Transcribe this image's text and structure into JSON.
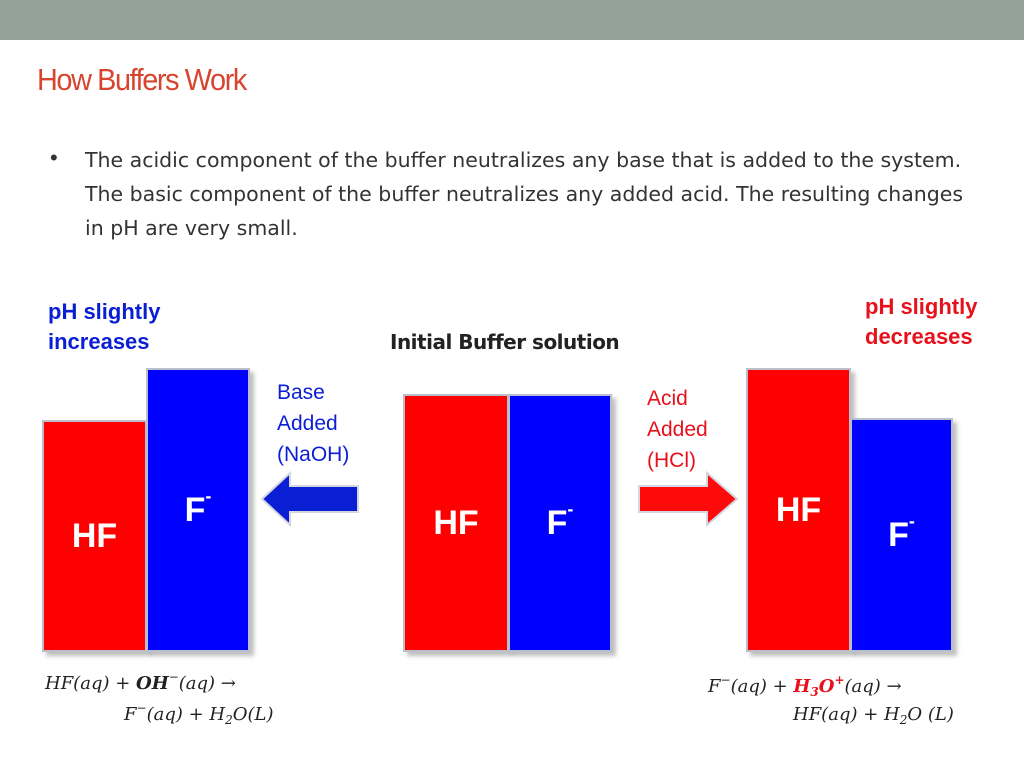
{
  "header": {
    "title": "How Buffers Work"
  },
  "bullet": {
    "text": "The acidic component of the buffer neutralizes any base that is added to the system.  The basic component of the buffer neutralizes any added acid.  The resulting changes in pH are very small."
  },
  "left": {
    "ph_label_line1": "pH slightly",
    "ph_label_line2": "increases",
    "acid_bar_label": "HF",
    "base_bar_label": "F",
    "base_bar_sup": "-",
    "equation_line1": {
      "a": "HF(aq) + ",
      "b": "OH",
      "c": "−",
      "d": "(aq) →"
    },
    "equation_line2": {
      "a": "F",
      "b": "−",
      "c": "(aq) + H",
      "d": "2",
      "e": "O(L)"
    }
  },
  "middle": {
    "title": "Initial Buffer solution",
    "acid_bar_label": "HF",
    "base_bar_label": "F",
    "base_bar_sup": "-"
  },
  "right": {
    "ph_label_line1": "pH slightly",
    "ph_label_line2": "decreases",
    "acid_bar_label": "HF",
    "base_bar_label": "F",
    "base_bar_sup": "-",
    "equation_line1": {
      "a": "F",
      "b": "−",
      "c": "(aq) + ",
      "d": "H",
      "e": "3",
      "f": "O",
      "g": "+",
      "h": "(aq) →"
    },
    "equation_line2": {
      "a": "HF(aq) + H",
      "b": "2",
      "c": "O (L)"
    }
  },
  "base_arrow": {
    "line1": "Base",
    "line2": "Added",
    "line3": "(NaOH)"
  },
  "acid_arrow": {
    "line1": "Acid",
    "line2": "Added",
    "line3": "(HCl)"
  },
  "colors": {
    "acid": "#ff0000",
    "base": "#0000ff",
    "title": "#d8452f",
    "topbar": "#94a39a"
  }
}
